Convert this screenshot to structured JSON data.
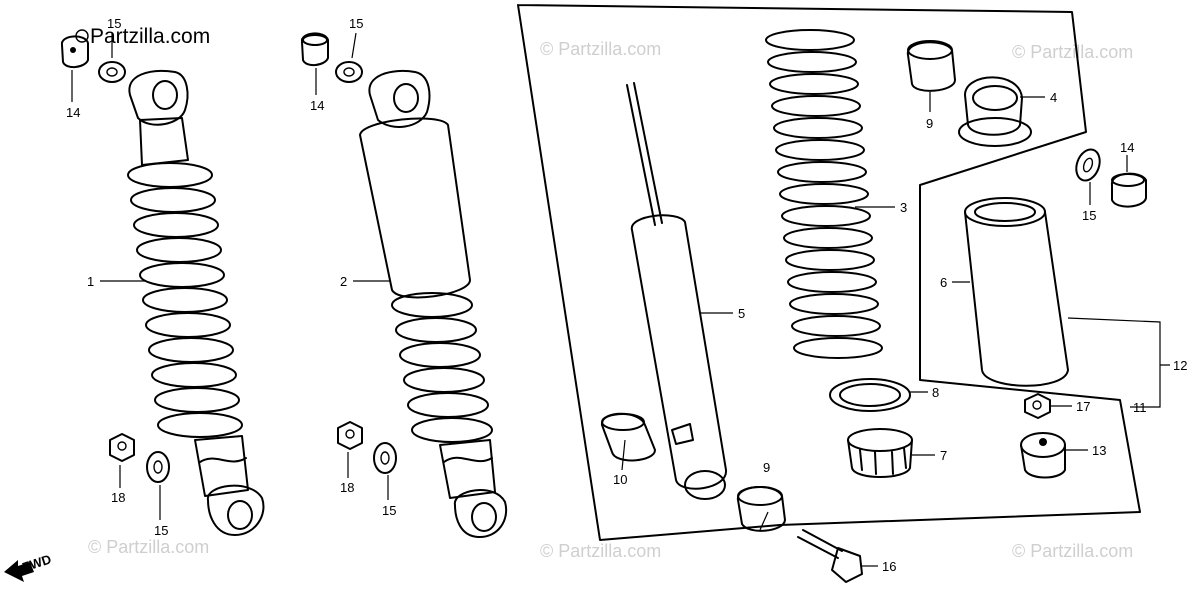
{
  "brand_text": "Partzilla.com",
  "watermark_text": "© Partzilla.com",
  "direction_label": "FWD",
  "labels": {
    "p1": "1",
    "p2": "2",
    "p3": "3",
    "p4": "4",
    "p5": "5",
    "p6": "6",
    "p7": "7",
    "p8": "8",
    "p9a": "9",
    "p9b": "9",
    "p10": "10",
    "p11": "11",
    "p12": "12",
    "p13": "13",
    "p14a": "14",
    "p14b": "14",
    "p14c": "14",
    "p15a": "15",
    "p15b": "15",
    "p15c": "15",
    "p15d": "15",
    "p15e": "15",
    "p16": "16",
    "p17": "17",
    "p18a": "18",
    "p18b": "18"
  },
  "icons": {
    "direction_arrow": "fwd-arrow-icon",
    "copyright": "copyright-icon"
  }
}
